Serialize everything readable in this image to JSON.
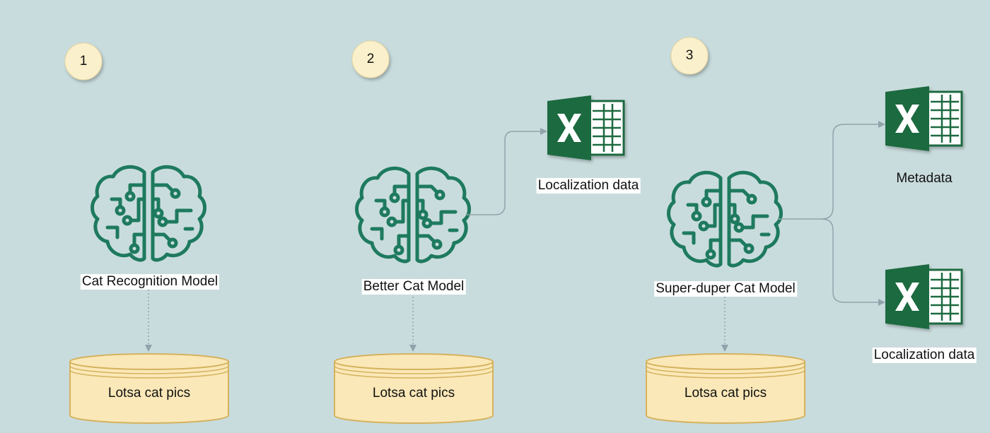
{
  "colors": {
    "background": "#c9dcdd",
    "brain": "#1e7a5e",
    "excel": "#1d6b41",
    "db_fill": "#fbe8b8",
    "db_stroke": "#d4b25d",
    "step_fill": "#fbf0cc",
    "arrow": "#8fa3ab"
  },
  "panels": [
    {
      "step": "1",
      "model_label": "Cat Recognition Model",
      "db_label": "Lotsa cat pics",
      "model_icon": "brain-circuit-icon"
    },
    {
      "step": "2",
      "model_label": "Better Cat Model",
      "db_label": "Lotsa cat pics",
      "model_icon": "brain-circuit-icon",
      "outputs": [
        {
          "label": "Localization data",
          "icon": "excel-icon"
        }
      ]
    },
    {
      "step": "3",
      "model_label": "Super-duper Cat Model",
      "db_label": "Lotsa cat pics",
      "model_icon": "brain-circuit-icon",
      "outputs": [
        {
          "label": "Metadata",
          "icon": "excel-icon"
        },
        {
          "label": "Localization data",
          "icon": "excel-icon"
        }
      ]
    }
  ]
}
